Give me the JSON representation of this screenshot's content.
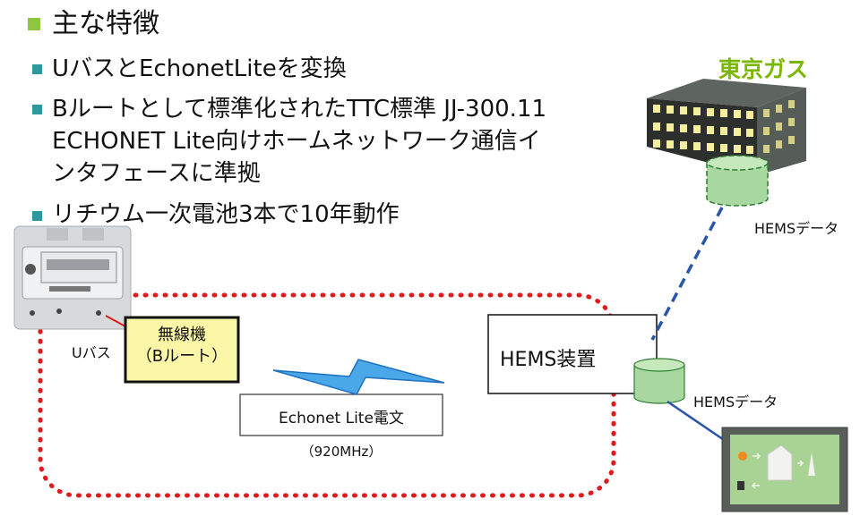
{
  "heading": "主な特徴",
  "bullets": [
    {
      "lines": [
        "UバスとEchonetLiteを変換"
      ]
    },
    {
      "lines": [
        "Bルートとして標準化されたTTC標準 JJ-300.11",
        "ECHONET Lite向けホームネットワーク通信イ",
        "ンタフェースに準拠"
      ]
    },
    {
      "lines": [
        "リチウム一次電池3本で10年動作"
      ]
    }
  ],
  "diagram": {
    "company_label": "東京ガス",
    "hems_data_top": "HEMSデータ",
    "hems_data_bottom": "HEMSデータ",
    "u_bus_label": "Uバス",
    "radio_unit_line1": "無線機",
    "radio_unit_line2": "（Bルート）",
    "hems_device_label": "HEMS装置",
    "echonet_label": "Echonet Lite電文",
    "frequency_label": "（920MHz）",
    "colors": {
      "bullet_l1": "#8dc63f",
      "bullet_l2": "#2a9aa0",
      "company": "#7ab800",
      "dotted_boundary": "#e01b1b",
      "radio_unit_fill": "#fbf7a6",
      "database_fill": "#a8d8a0",
      "lightning": "#1f90d8",
      "link_line": "#2a56a8"
    },
    "icons": [
      "gas-meter-icon",
      "building-icon",
      "database-icon",
      "lightning-icon",
      "hems-display-icon"
    ]
  }
}
